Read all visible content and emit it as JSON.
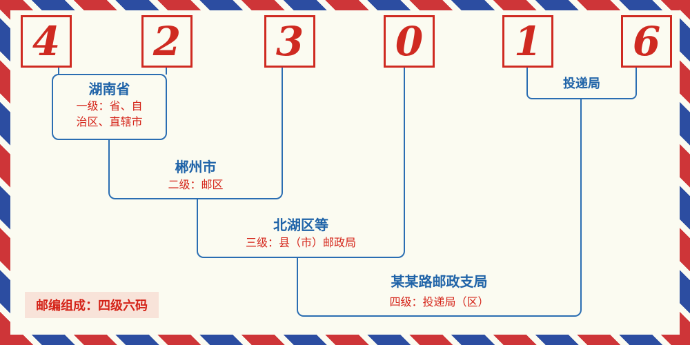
{
  "postal_code": {
    "digits": [
      "4",
      "2",
      "3",
      "0",
      "1",
      "6"
    ]
  },
  "levels": {
    "level1": {
      "name": "湖南省",
      "desc_line1": "一级：省、自",
      "desc_line2": "治区、直辖市"
    },
    "level2": {
      "name": "郴州市",
      "desc": "二级：邮区"
    },
    "level3": {
      "name": "北湖区等",
      "desc": "三级：县（市）邮政局"
    },
    "level4": {
      "name": "某某路邮政支局",
      "desc": "四级：投递局（区）"
    },
    "delivery": {
      "name": "投递局"
    }
  },
  "footer": {
    "label": "邮编组成：四级六码"
  },
  "colors": {
    "digit_red": "#cf2a21",
    "text_red": "#d42318",
    "text_blue": "#1f63a8",
    "line_blue": "#2a6db2",
    "stripe_red": "#ce3538",
    "stripe_blue": "#2c4da1",
    "background": "#fbfbf1",
    "footer_bg": "#f8e3d9"
  }
}
